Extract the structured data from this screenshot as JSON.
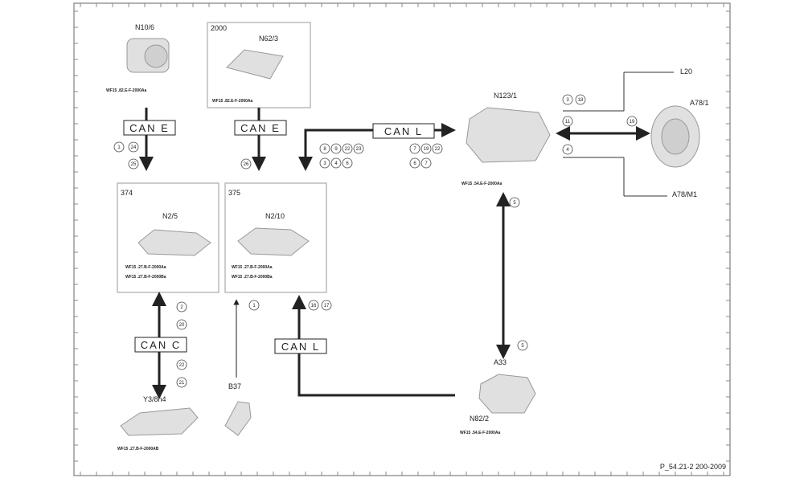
{
  "components": {
    "n10_6": "N10/6",
    "n62_3": "N62/3",
    "n2_5": "N2/5",
    "n2_10": "N2/10",
    "n123_1": "N123/1",
    "l20": "L20",
    "a78_1": "A78/1",
    "a78_m1": "A78/M1",
    "a33": "A33",
    "n82_2": "N82/2",
    "y3_8n4": "Y3/8n4",
    "b37": "B37"
  },
  "sections": {
    "s2000": "2000",
    "s374": "374",
    "s375": "375"
  },
  "refs": {
    "n10_6": "WF15 .82.E-F-2000Aa",
    "n62_3": "WF15 .82.E-F-2000Aa",
    "n2_5_1": "WF15 .27.B-F-2000Aa",
    "n2_5_2": "WF15 .27.B-F-2000Ba",
    "n2_10_1": "WF15 .27.B-F-2000Aa",
    "n2_10_2": "WF15 .27.B-F-2000Ba",
    "n123_1": "WF15 .54.E-F-2000Aa",
    "n82_2": "WF15 .54.E-F-2000Aa",
    "y3_8n4": "WF15 .27.B-F-2000AB"
  },
  "buses": {
    "can_e_left": "CAN E",
    "can_e_mid": "CAN E",
    "can_l_top": "CAN L",
    "can_c": "CAN C",
    "can_l_bottom": "CAN L"
  },
  "badges": {
    "b_left_1": "1",
    "b_left_2": "24",
    "b_left_3": "25",
    "b_mid_1": "26",
    "b_top_1": "8",
    "b_top_2": "9",
    "b_top_3": "22",
    "b_top_4": "23",
    "b_top_5": "3",
    "b_top_6": "4",
    "b_top_7": "6",
    "b_top_8": "7",
    "b_top_9": "19",
    "b_top_10": "22",
    "b_top_11": "6",
    "b_top_12": "7",
    "b_r1": "3",
    "b_r2": "18",
    "b_r3": "11",
    "b_r4": "19",
    "b_r5": "4",
    "b_r6": "5",
    "b_v1": "5",
    "b_v2": "5",
    "b_c1": "2",
    "b_c2": "20",
    "b_c3": "22",
    "b_c4": "21",
    "b_b37": "1",
    "b_cl1": "16",
    "b_cl2": "17"
  },
  "footer": {
    "code": "P_54.21-2 200-2009"
  },
  "colors": {
    "frame": "#666666",
    "box": "#bbbbbb",
    "arrow": "#222222",
    "bus_fill": "#ffffff",
    "component_fill": "#e0e0e0"
  }
}
